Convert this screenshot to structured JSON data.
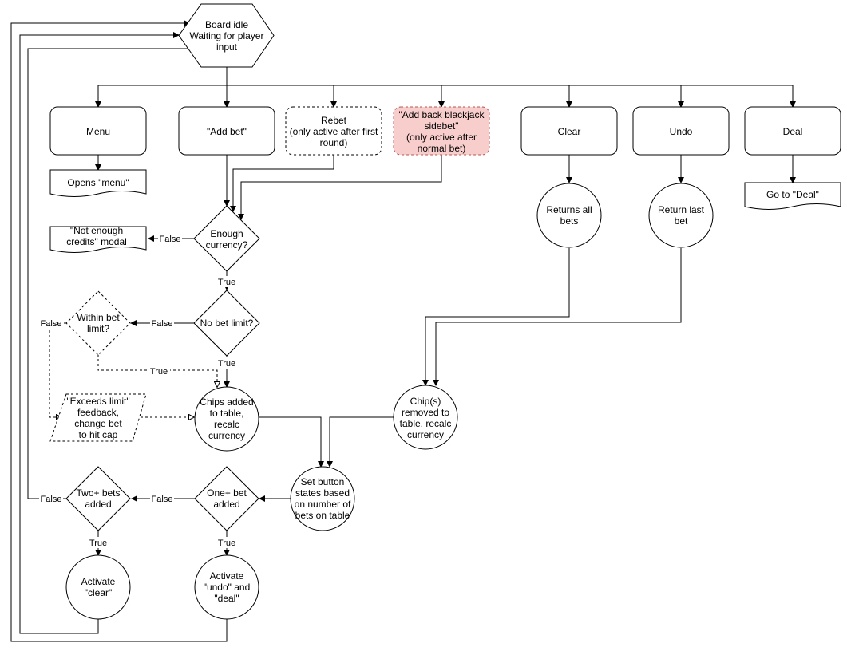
{
  "diagram": {
    "nodes": {
      "board_idle": [
        "Board idle",
        "Waiting for player",
        "input"
      ],
      "menu": [
        "Menu"
      ],
      "add_bet": [
        "\"Add bet\""
      ],
      "rebet": [
        "Rebet",
        "(only active after first",
        "round)"
      ],
      "add_back": [
        "\"Add back blackjack",
        "sidebet\"",
        "(only active after",
        "normal bet)"
      ],
      "clear": [
        "Clear"
      ],
      "undo": [
        "Undo"
      ],
      "deal": [
        "Deal"
      ],
      "opens_menu": [
        "Opens \"menu\""
      ],
      "go_to_deal": [
        "Go to \"Deal\""
      ],
      "not_enough": [
        "\"Not enough",
        "credits\" modal"
      ],
      "enough_currency": [
        "Enough",
        "currency?"
      ],
      "returns_all": [
        "Returns all",
        "bets"
      ],
      "return_last": [
        "Return last",
        "bet"
      ],
      "within_limit": [
        "Within bet",
        "limit?"
      ],
      "no_bet_limit": [
        "No bet limit?"
      ],
      "exceeds_limit": [
        "\"Exceeds limit\"",
        "feedback,",
        "change bet",
        "to hit cap"
      ],
      "chips_added": [
        "Chips added",
        "to table,",
        "recalc",
        "currency"
      ],
      "chips_removed": [
        "Chip(s)",
        "removed to",
        "table, recalc",
        "currency"
      ],
      "set_button": [
        "Set button",
        "states based",
        "on number of",
        "bets on table"
      ],
      "two_plus": [
        "Two+ bets",
        "added"
      ],
      "one_plus": [
        "One+ bet",
        "added"
      ],
      "activate_clear": [
        "Activate",
        "\"clear\""
      ],
      "activate_undo": [
        "Activate",
        "\"undo\" and",
        "\"deal\""
      ]
    },
    "edge_labels": {
      "false_enough": "False",
      "true_enough": "True",
      "false_nolimit": "False",
      "true_nolimit": "True",
      "false_within": "False",
      "true_within": "True",
      "false_oneplus": "False",
      "true_oneplus": "True",
      "false_twoplus": "False",
      "true_twoplus": "True"
    },
    "colors": {
      "highlight_fill": "#f8cecc",
      "highlight_stroke": "#b85450",
      "stroke": "#000000",
      "fill": "#ffffff"
    }
  }
}
